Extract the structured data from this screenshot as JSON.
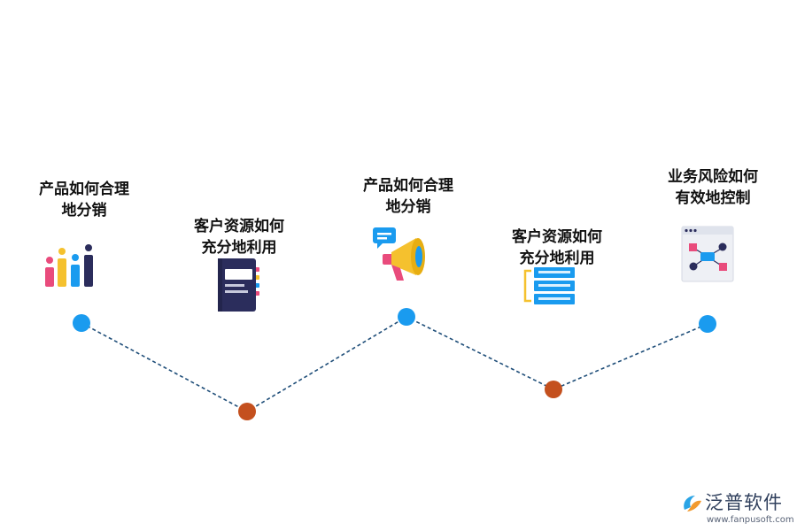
{
  "colors": {
    "top_node": "#1a9bef",
    "bottom_node": "#c4501e",
    "connector": "#1f4e79"
  },
  "steps": [
    {
      "label": "产品如何合理\n地分销",
      "icon": "bar-chart-icon",
      "node": "top"
    },
    {
      "label": "客户资源如何\n充分地利用",
      "icon": "notebook-icon",
      "node": "bottom"
    },
    {
      "label": "产品如何合理\n地分销",
      "icon": "megaphone-icon",
      "node": "top"
    },
    {
      "label": "客户资源如何\n充分地利用",
      "icon": "server-stack-icon",
      "node": "bottom"
    },
    {
      "label": "业务风险如何\n有效地控制",
      "icon": "flowchart-icon",
      "node": "top"
    }
  ],
  "logo": {
    "name": "泛普软件",
    "url": "www.fanpusoft.com",
    "icon": "fanpu-logo-icon"
  }
}
